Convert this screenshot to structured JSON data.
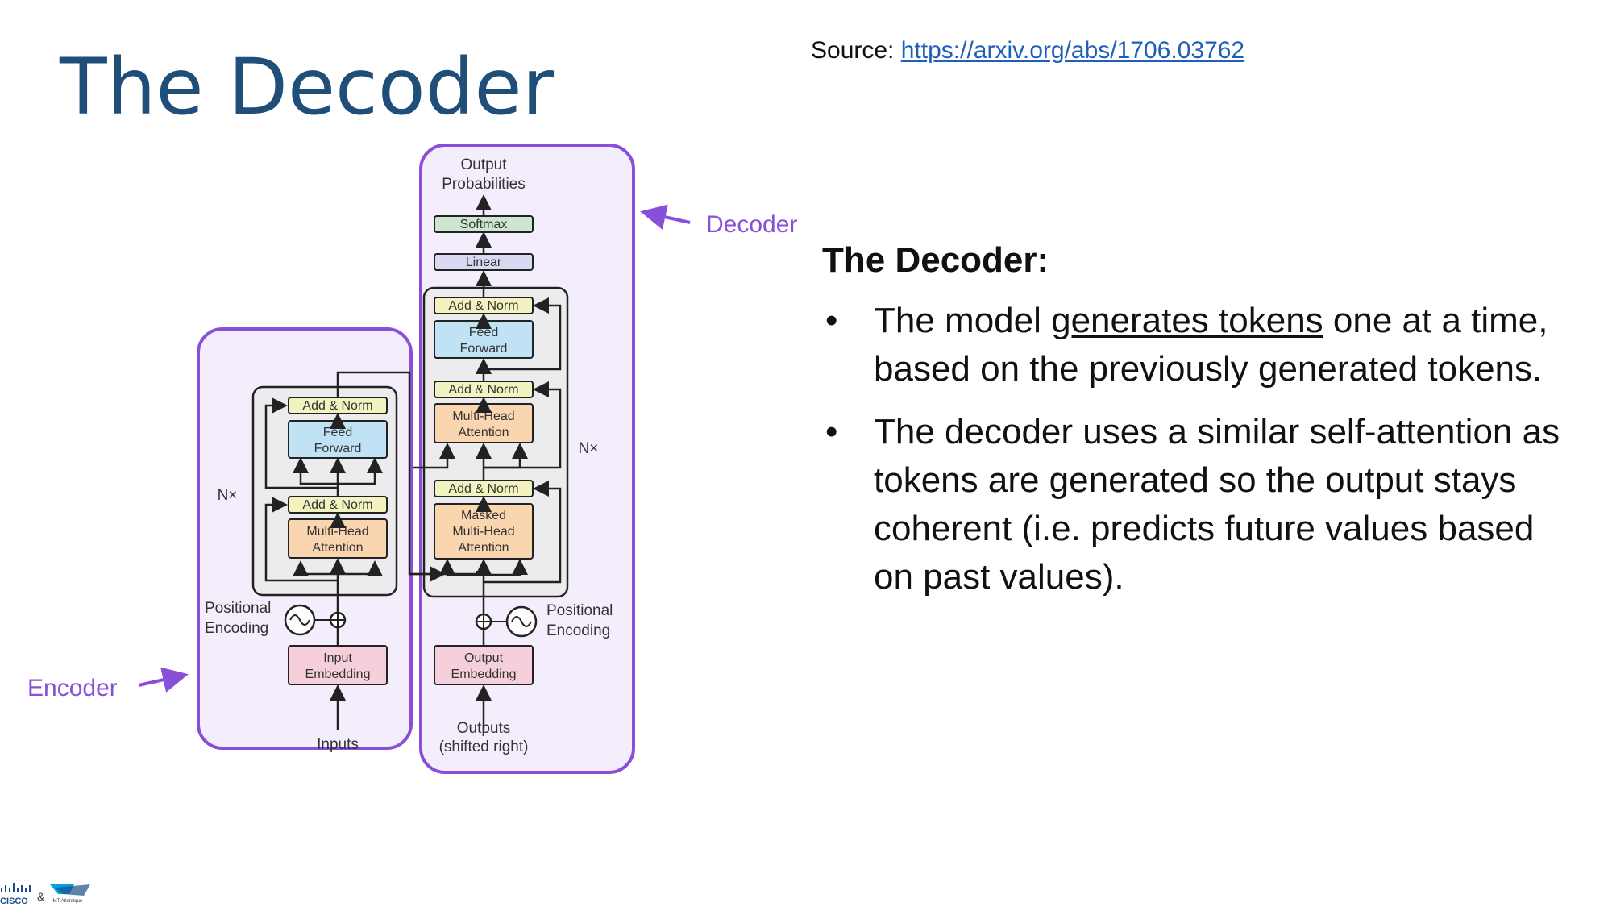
{
  "title": "The Decoder",
  "source": {
    "prefix": "Source:",
    "link": "https://arxiv.org/abs/1706.03762"
  },
  "body": {
    "heading": "The Decoder:",
    "bullets": [
      {
        "before": "The model ",
        "underlined": "generates tokens",
        "after": " one at a time, based on the previously generated tokens."
      },
      {
        "before": "The decoder uses a similar self-attention as tokens are generated so the output stays coherent (i.e. predicts future values based on past values).",
        "underlined": "",
        "after": ""
      }
    ]
  },
  "diagram": {
    "encoder_label": "Encoder",
    "decoder_label": "Decoder",
    "output_probabilities": [
      "Output",
      "Probabilities"
    ],
    "softmax": "Softmax",
    "linear": "Linear",
    "add_norm": "Add & Norm",
    "feed_forward": [
      "Feed",
      "Forward"
    ],
    "multi_head_attention": [
      "Multi-Head",
      "Attention"
    ],
    "masked_multi_head_attention": [
      "Masked",
      "Multi-Head",
      "Attention"
    ],
    "nx": "N×",
    "positional_encoding": [
      "Positional",
      "Encoding"
    ],
    "input_embedding": [
      "Input",
      "Embedding"
    ],
    "output_embedding": [
      "Output",
      "Embedding"
    ],
    "inputs": "Inputs",
    "outputs": [
      "Outputs",
      "(shifted right)"
    ]
  },
  "logo": {
    "brand": "CISCO",
    "amp": "&",
    "partner": "IMT Atlantique"
  },
  "colors": {
    "title": "#1f4e79",
    "accent_purple": "#8a4fd8",
    "box_bg": "#f4eefc",
    "add_norm": "#f2f3c1",
    "feed_forward": "#bfe3f5",
    "attention": "#fad6b0",
    "embedding": "#f5d0da",
    "softmax": "#cde6cf",
    "linear": "#d9d9f2",
    "link": "#1f5fb8"
  }
}
